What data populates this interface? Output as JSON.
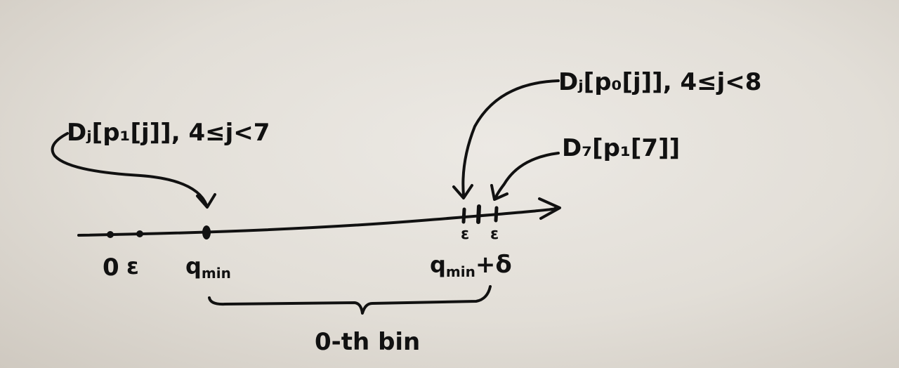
{
  "annotations": {
    "top_left": "Dⱼ[p₁[j]], 4≤j<7",
    "top_right": "Dⱼ[p₀[j]], 4≤j<8",
    "middle_right": "D₇[p₁[7]]"
  },
  "axis": {
    "origin_label": "0",
    "epsilon_label": "ε",
    "qmin_label": "q",
    "qmin_sub": "min",
    "qmin_delta_label": "q",
    "qmin_delta_sub": "min",
    "qmin_delta_suffix": "+δ",
    "eps_right_1": "ε",
    "eps_right_2": "ε"
  },
  "brace": {
    "label": "0-th bin"
  }
}
